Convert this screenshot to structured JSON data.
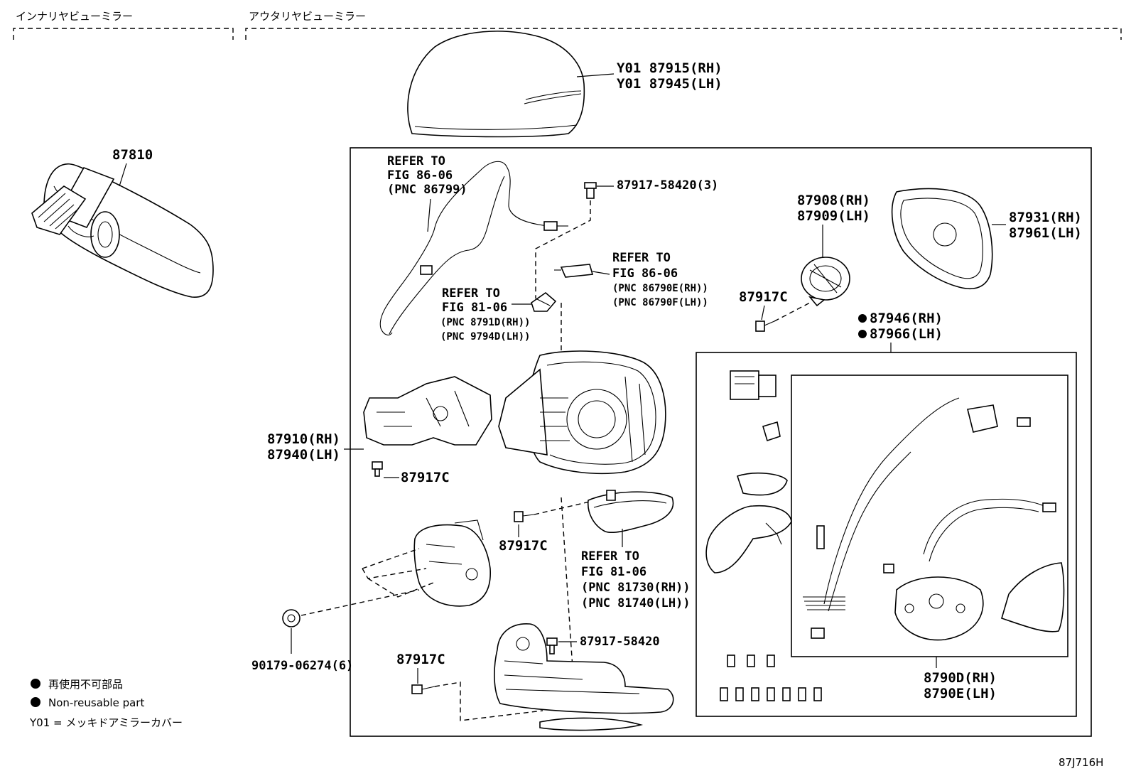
{
  "sections": {
    "inner": "インナリヤビューミラー",
    "outer": "アウタリヤビューミラー"
  },
  "callouts": {
    "c87810": "87810",
    "cover_rh": "Y01 87915(RH)",
    "cover_lh": "Y01 87945(LH)",
    "refer1": [
      "REFER TO",
      "FIG 86-06",
      "(PNC 86799)"
    ],
    "screw_58420_3": "87917-58420(3)",
    "refer2": [
      "REFER TO",
      "FIG 86-06",
      "(PNC 86790E(RH))",
      "(PNC 86790F(LH))"
    ],
    "refer3": [
      "REFER TO",
      "FIG 81-06",
      "(PNC 8791D(RH))",
      "(PNC 9794D(LH))"
    ],
    "actuator_rh": "87908(RH)",
    "actuator_lh": "87909(LH)",
    "glass_rh": "87931(RH)",
    "glass_lh": "87961(LH)",
    "screw_c_top": "87917C",
    "kit_rh": "87946(RH)",
    "kit_lh": "87966(LH)",
    "bracket_rh": "87910(RH)",
    "bracket_lh": "87940(LH)",
    "screw_c_left": "87917C",
    "screw_c_mid": "87917C",
    "refer4": [
      "REFER TO",
      "FIG 81-06",
      "(PNC 81730(RH))",
      "(PNC 81740(LH))"
    ],
    "screw_58420": "87917-58420",
    "screw_c_bottom": "87917C",
    "clip": "90179-06274(6)",
    "harness_rh": "8790D(RH)",
    "harness_lh": "8790E(LH)"
  },
  "legend": {
    "line1": "再使用不可部品",
    "line2": "Non-reusable part",
    "line3": "Y01 = メッキドアミラーカバー"
  },
  "ref_code": "87J716H"
}
